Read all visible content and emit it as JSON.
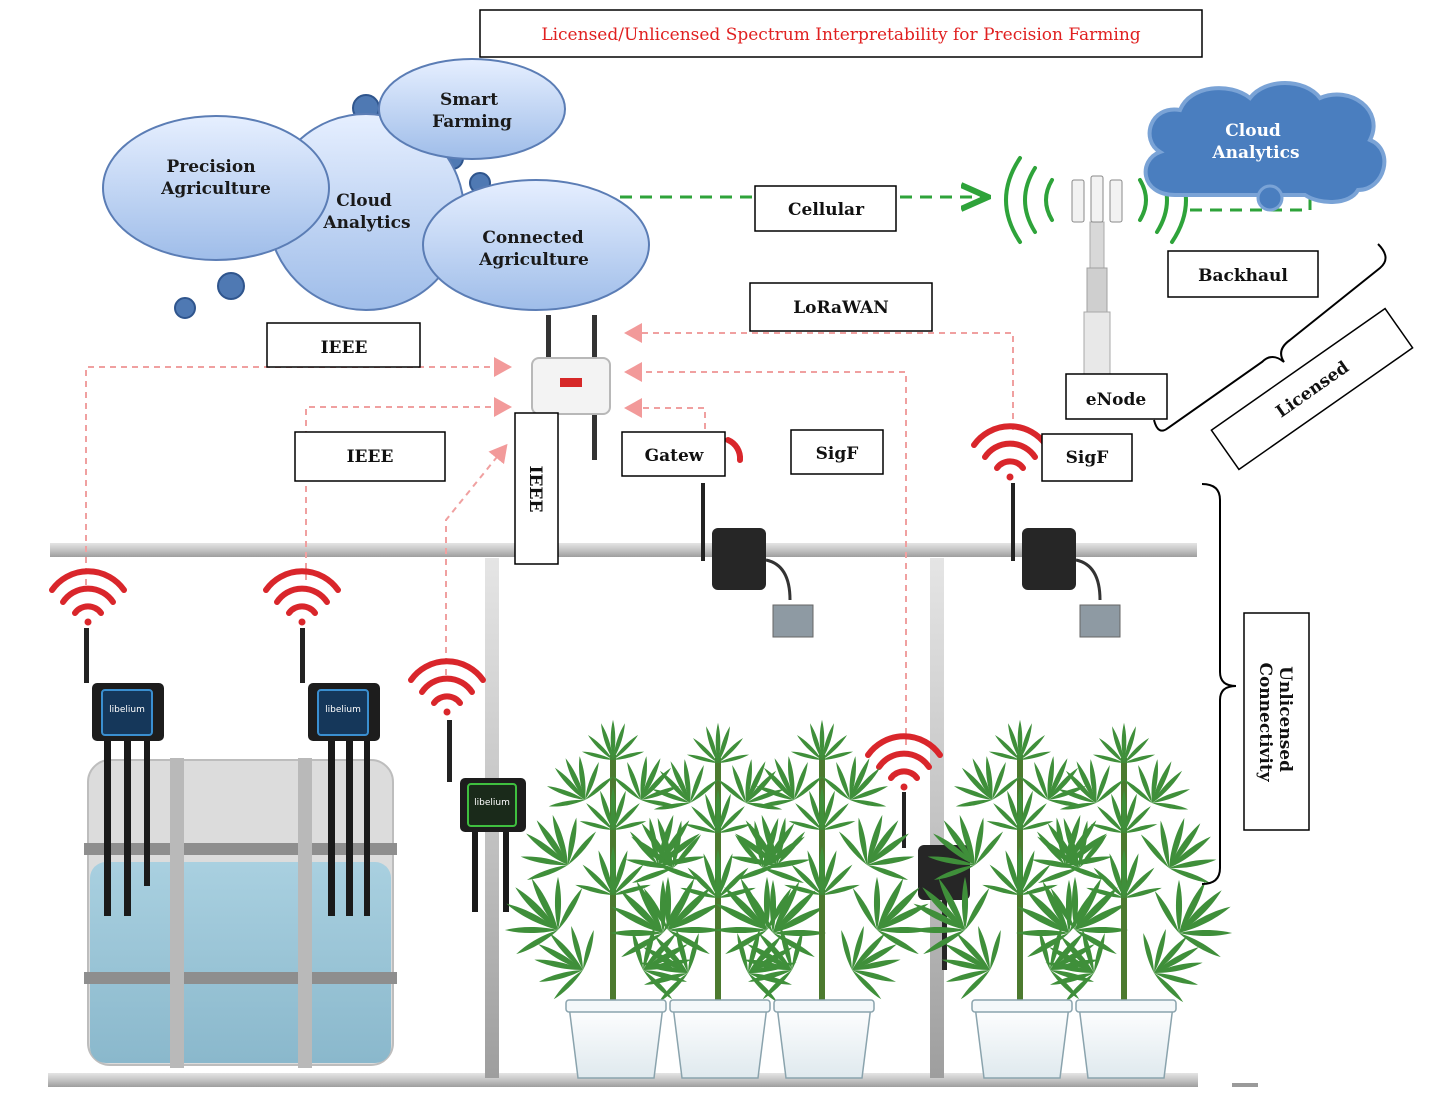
{
  "title": "Licensed/Unlicensed Spectrum Interpretability for Precision Farming",
  "thought_cloud": {
    "precision": [
      "Precision",
      "Agriculture"
    ],
    "cloud_analytics": [
      "Cloud",
      "Analytics"
    ],
    "smart": [
      "Smart",
      "Farming"
    ],
    "connected": [
      "Connected",
      "Agriculture"
    ]
  },
  "remote_cloud": [
    "Cloud",
    "Analytics"
  ],
  "labels": {
    "cellular": "Cellular",
    "backhaul": "Backhaul",
    "lorawan": "LoRaWAN",
    "ieee_top": "IEEE",
    "ieee_mid": "IEEE",
    "ieee_vertical": "IEEE",
    "gateway": "Gatew",
    "sigf_1": "SigF",
    "sigf_2": "SigF",
    "enode": "eNode",
    "licensed": "Licensed",
    "unlicensed": [
      "Unlicensed",
      "Connectivity"
    ]
  },
  "device_brand": "libelium",
  "colors": {
    "title_red": "#e02020",
    "bubble_fill": "#bcd3f2",
    "bubble_stroke": "#5b7db5",
    "remote_cloud": "#4a7ebf",
    "wifi_red": "#d9262b",
    "signal_green": "#2ea33a",
    "dash_red": "#f0a0a0",
    "water": "#9fc6d8",
    "plant_green": "#3f8f3a",
    "pipe_gray": "#c9c9c9"
  }
}
